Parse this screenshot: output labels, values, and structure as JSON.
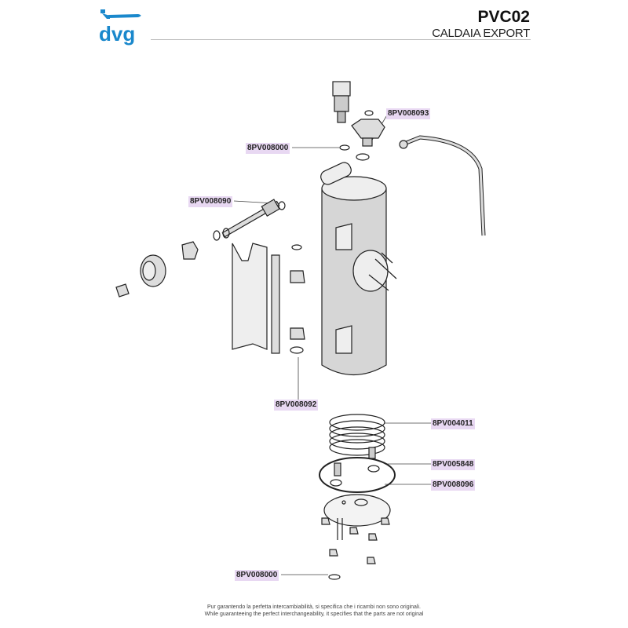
{
  "header": {
    "brand": "dvg",
    "code": "PVC02",
    "subtitle": "CALDAIA EXPORT"
  },
  "labels": [
    {
      "id": "8PV008093"
    },
    {
      "id": "8PV008000"
    },
    {
      "id": "8PV008090"
    },
    {
      "id": "8PV008092"
    },
    {
      "id": "8PV004011"
    },
    {
      "id": "8PV005848"
    },
    {
      "id": "8PV008096"
    },
    {
      "id": "8PV008000"
    }
  ],
  "footer": {
    "line_it": "Pur garantendo la perfetta intercambiabilità, si specifica che i ricambi non sono originali.",
    "line_en": "While guaranteeing the perfect interchangeability, it specifies that the parts are not original"
  },
  "colors": {
    "brand": "#1a88cc",
    "label_bg": "#e8d8f2"
  }
}
